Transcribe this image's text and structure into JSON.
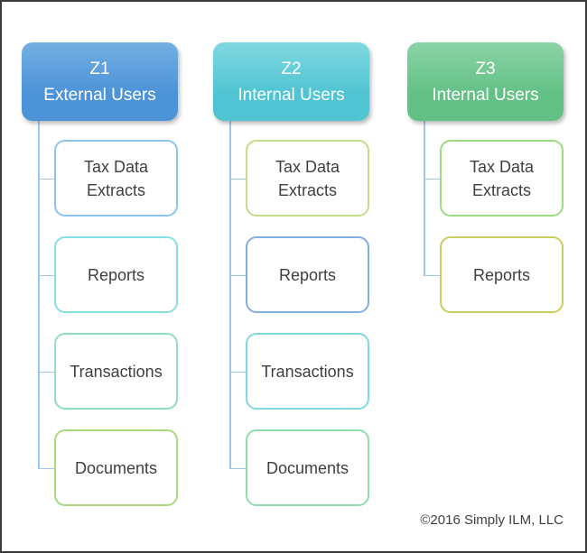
{
  "diagram": {
    "connector_color": "#9cc6eb",
    "columns": [
      {
        "header": {
          "id": "Z1",
          "name": "External Users",
          "fill_top": "#74afe3",
          "fill": "#4c93d7"
        },
        "children": [
          {
            "label": "Tax Data Extracts",
            "border": "#8ac6ec"
          },
          {
            "label": "Reports",
            "border": "#87dee6"
          },
          {
            "label": "Transactions",
            "border": "#90debc"
          },
          {
            "label": "Documents",
            "border": "#a9da7e"
          }
        ]
      },
      {
        "header": {
          "id": "Z2",
          "name": "Internal Users",
          "fill_top": "#80d8e0",
          "fill": "#50c4d2"
        },
        "children": [
          {
            "label": "Tax Data Extracts",
            "border": "#c3dc88"
          },
          {
            "label": "Reports",
            "border": "#7fafe0"
          },
          {
            "label": "Transactions",
            "border": "#82d8e2"
          },
          {
            "label": "Documents",
            "border": "#8fdeae"
          }
        ]
      },
      {
        "header": {
          "id": "Z3",
          "name": "Internal Users",
          "fill_top": "#8bd3a6",
          "fill": "#63c186"
        },
        "children": [
          {
            "label": "Tax Data Extracts",
            "border": "#9cdb80"
          },
          {
            "label": "Reports",
            "border": "#c9ce60"
          }
        ]
      }
    ]
  },
  "footer": {
    "copyright": "©2016 Simply ILM, LLC"
  }
}
